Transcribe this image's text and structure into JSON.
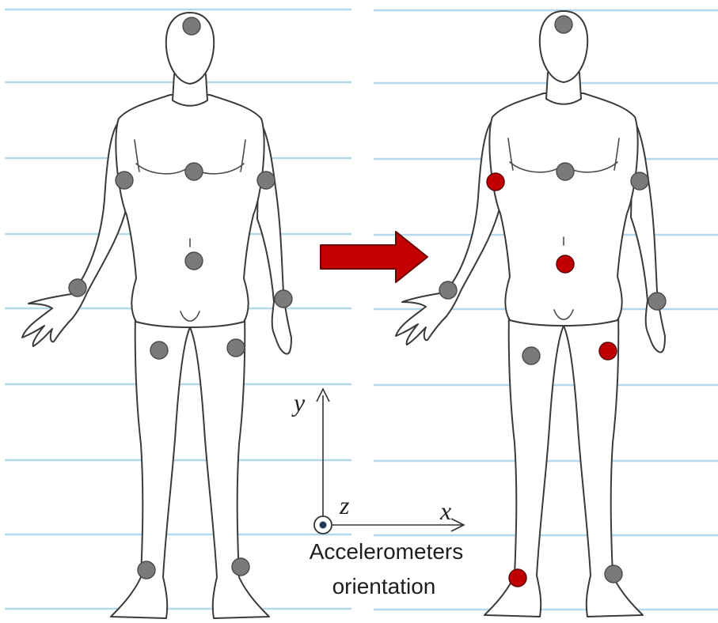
{
  "colors": {
    "rule_line": "#b3d9ea",
    "sensor_default": "#7a7a7a",
    "sensor_highlight": "#c00000",
    "arrow": "#c40000"
  },
  "axes": {
    "y": "y",
    "z": "z",
    "x": "x"
  },
  "caption": {
    "line1": "Accelerometers",
    "line2": "orientation"
  },
  "panels": [
    {
      "name": "original-sensor-layout",
      "sensors": [
        {
          "site": "head",
          "state": "default"
        },
        {
          "site": "chest",
          "state": "default"
        },
        {
          "site": "right-upper-arm",
          "state": "default"
        },
        {
          "site": "left-upper-arm",
          "state": "default"
        },
        {
          "site": "waist",
          "state": "default"
        },
        {
          "site": "right-wrist",
          "state": "default"
        },
        {
          "site": "left-wrist",
          "state": "default"
        },
        {
          "site": "right-thigh",
          "state": "default"
        },
        {
          "site": "left-thigh",
          "state": "default"
        },
        {
          "site": "right-ankle",
          "state": "default"
        },
        {
          "site": "left-ankle",
          "state": "default"
        }
      ]
    },
    {
      "name": "selected-sensor-layout",
      "sensors": [
        {
          "site": "head",
          "state": "default"
        },
        {
          "site": "chest",
          "state": "default"
        },
        {
          "site": "right-upper-arm",
          "state": "selected"
        },
        {
          "site": "left-upper-arm",
          "state": "default"
        },
        {
          "site": "waist",
          "state": "selected"
        },
        {
          "site": "right-wrist",
          "state": "default"
        },
        {
          "site": "left-wrist",
          "state": "default"
        },
        {
          "site": "right-thigh",
          "state": "default"
        },
        {
          "site": "left-thigh",
          "state": "selected"
        },
        {
          "site": "right-ankle",
          "state": "selected"
        },
        {
          "site": "left-ankle",
          "state": "default"
        }
      ]
    }
  ]
}
